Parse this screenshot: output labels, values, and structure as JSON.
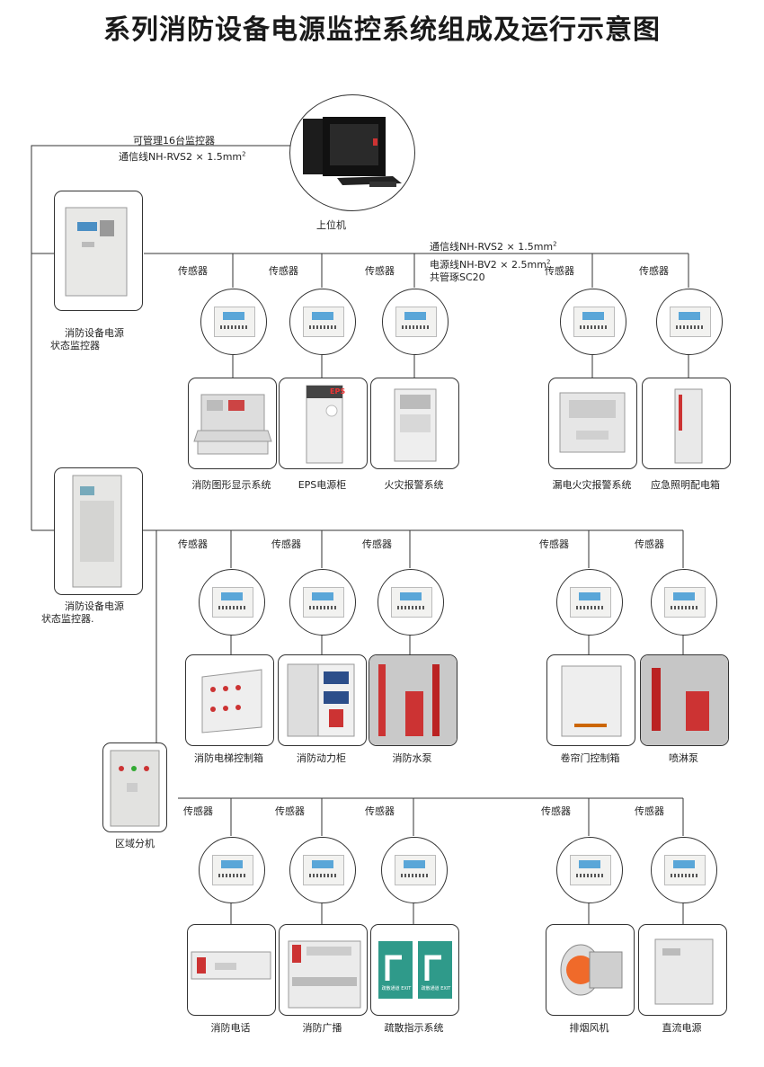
{
  "title": "系列消防设备电源监控系统组成及运行示意图",
  "top_notes": {
    "manage": "可管理16台监控器",
    "comm": "通信线NH-RVS2 × 1.5mm",
    "comm_sup": "2"
  },
  "host": {
    "label": "上位机"
  },
  "monitor1": {
    "line1": "消防设备电源",
    "line2": "状态监控器"
  },
  "monitor2": {
    "line1": "消防设备电源",
    "line2": "状态监控器."
  },
  "region": {
    "label": "区域分机"
  },
  "bus_notes": {
    "comm": "通信线NH-RVS2 × 1.5mm",
    "comm_sup": "2",
    "power": "电源线NH-BV2 × 2.5mm",
    "power_sup": "2",
    "conduit": "共管琢SC20"
  },
  "sensor_label": "传感器",
  "row1": [
    "消防图形显示系统",
    "EPS电源柜",
    "火灾报警系统",
    "漏电火灾报警系统",
    "应急照明配电箱"
  ],
  "row2": [
    "消防电梯控制箱",
    "消防动力柜",
    "消防水泵",
    "卷帘门控制箱",
    "喷淋泵"
  ],
  "row3": [
    "消防电话",
    "消防广播",
    "疏散指示系统",
    "排烟风机",
    "直流电源"
  ],
  "equipment_text": {
    "eps": "EPS",
    "exit1": "疏散通道 EXIT",
    "exit2": "疏散通道 EXIT"
  }
}
